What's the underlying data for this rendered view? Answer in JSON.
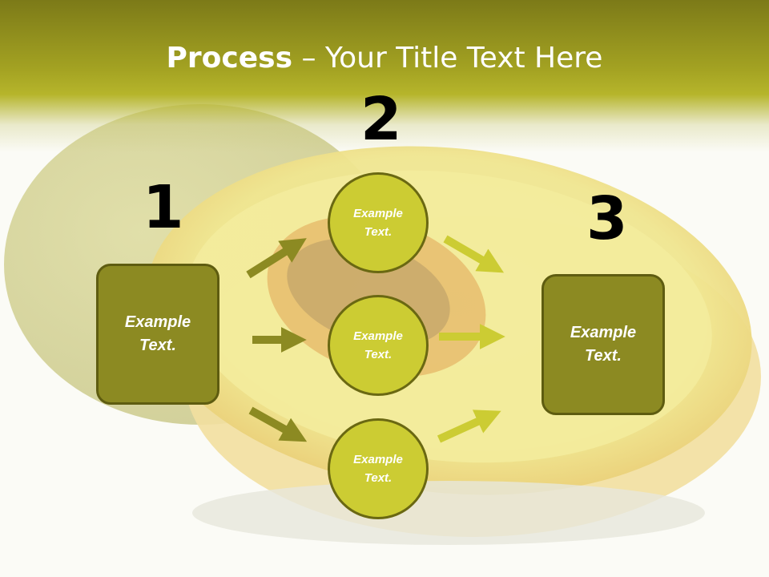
{
  "title": {
    "bold": "Process",
    "rest": " – Your Title Text Here"
  },
  "steps": {
    "num1": "1",
    "num2": "2",
    "num3": "3"
  },
  "boxes": {
    "left": "Example\nText.",
    "right": "Example\nText."
  },
  "circles": {
    "top": "Example\nText.",
    "middle": "Example\nText.",
    "bottom": "Example\nText."
  },
  "colors": {
    "band": "#a3a222",
    "box_fill": "#8c8a22",
    "circle_fill": "#cccc33",
    "arrow_dark": "#8c8a22",
    "arrow_light": "#cccc33"
  }
}
